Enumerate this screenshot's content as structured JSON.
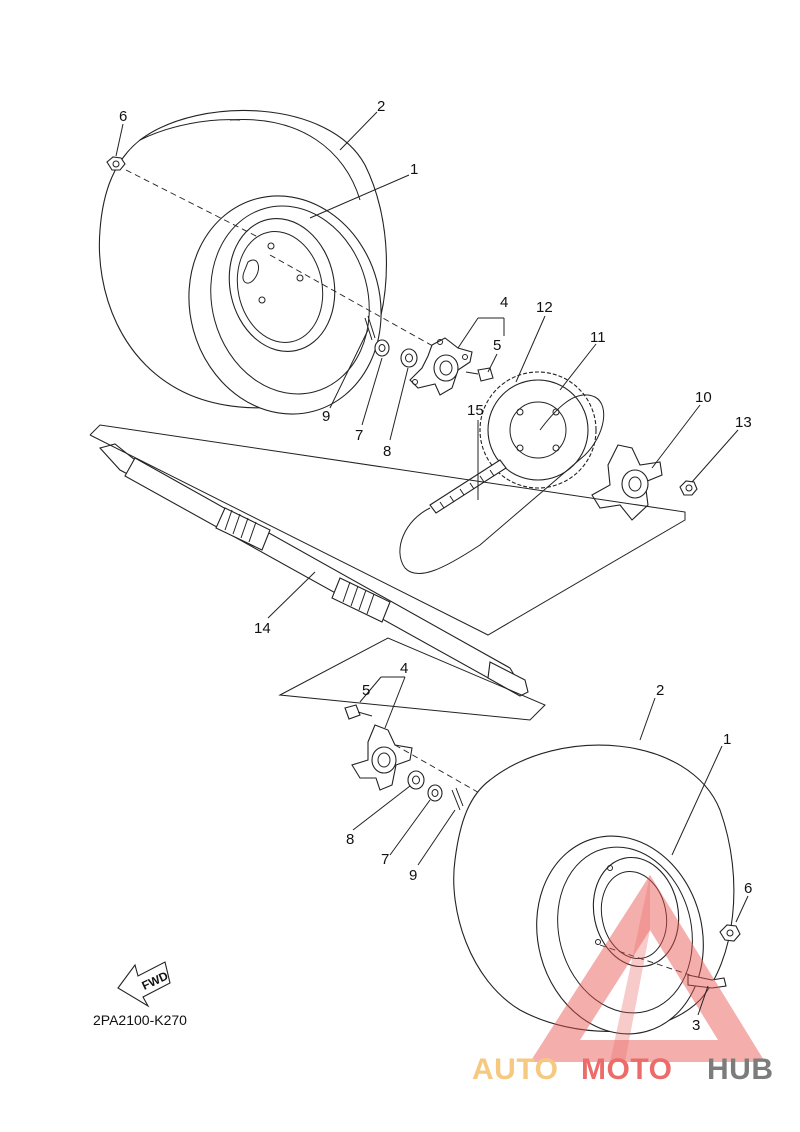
{
  "diagram": {
    "code": "2PA2100-K270",
    "fwd_label": "FWD",
    "callouts": [
      "1",
      "2",
      "3",
      "4",
      "5",
      "6",
      "7",
      "8",
      "9",
      "10",
      "11",
      "12",
      "13",
      "14",
      "15"
    ]
  },
  "watermark": {
    "part1": "AUTO",
    "part2": "MOTO",
    "part3": "HUB",
    "colors": {
      "auto": "#f5c06a",
      "moto": "#e8534f",
      "hub": "#666666",
      "triangle": "#e8534f"
    }
  }
}
